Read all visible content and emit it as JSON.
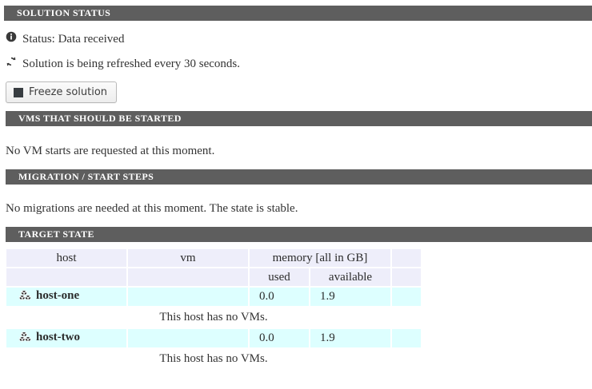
{
  "sections": {
    "solution_status": {
      "title": "SOLUTION STATUS",
      "status_icon": "info-circle-icon",
      "status_text": "Status: Data received",
      "refresh_icon": "refresh-icon",
      "refresh_text": "Solution is being refreshed every 30 seconds.",
      "freeze_button": {
        "label": "Freeze solution",
        "icon": "stop-square-icon"
      }
    },
    "vms_to_start": {
      "title": "VMS THAT SHOULD BE STARTED",
      "message": "No VM starts are requested at this moment."
    },
    "migration_steps": {
      "title": "MIGRATION / START STEPS",
      "message": "No migrations are needed at this moment. The state is stable."
    },
    "target_state": {
      "title": "TARGET STATE",
      "table": {
        "header_row_1": [
          "host",
          "vm",
          "memory [all in GB]",
          ""
        ],
        "header_row_2": [
          "",
          "",
          "used",
          "available",
          ""
        ],
        "rows": [
          {
            "icon": "host-cubes-icon",
            "host": "host-one",
            "vm": "",
            "used": "0.0",
            "available": "1.9",
            "extra": "",
            "note": "This host has no VMs."
          },
          {
            "icon": "host-cubes-icon",
            "host": "host-two",
            "vm": "",
            "used": "0.0",
            "available": "1.9",
            "extra": "",
            "note": "This host has no VMs."
          }
        ]
      }
    }
  },
  "colors": {
    "section_bar_bg": "#5e5e5e",
    "table_header_bg": "#eeeefa",
    "table_row_bg": "#ddffff",
    "text": "#333333"
  }
}
